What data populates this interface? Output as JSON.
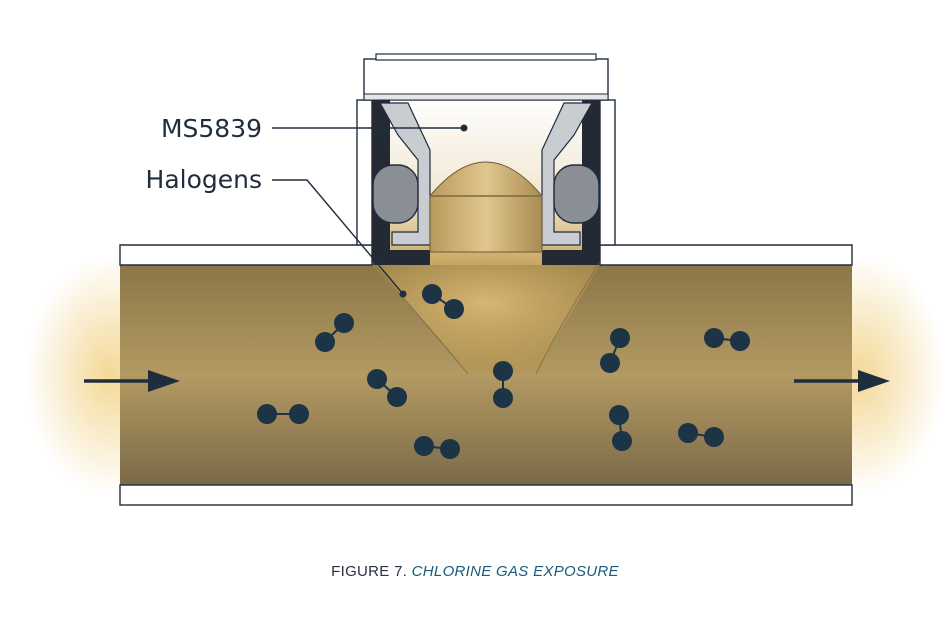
{
  "labels": {
    "sensor": "MS5839",
    "gas": "Halogens"
  },
  "caption": {
    "figure_number": "FIGURE 7.",
    "title": "CHLORINE GAS EXPOSURE"
  },
  "flow": {
    "inlet": "arrow-right",
    "outlet": "arrow-right"
  },
  "colors": {
    "gas_fill": "#a38a55",
    "pipe_wall": "#ffffff",
    "outline": "#1f2d3d",
    "molecule": "#1d3346",
    "gasket": "#8a8f96",
    "sensor_dome": "#c9a96a",
    "caption_title": "#1a5a7a"
  },
  "molecules": [
    {
      "a": [
        432,
        294
      ],
      "b": [
        454,
        309
      ]
    },
    {
      "a": [
        325,
        342
      ],
      "b": [
        344,
        323
      ]
    },
    {
      "a": [
        377,
        379
      ],
      "b": [
        397,
        397
      ]
    },
    {
      "a": [
        267,
        414
      ],
      "b": [
        299,
        414
      ]
    },
    {
      "a": [
        424,
        446
      ],
      "b": [
        450,
        449
      ]
    },
    {
      "a": [
        503,
        371
      ],
      "b": [
        503,
        398
      ]
    },
    {
      "a": [
        620,
        338
      ],
      "b": [
        610,
        363
      ]
    },
    {
      "a": [
        619,
        415
      ],
      "b": [
        622,
        441
      ]
    },
    {
      "a": [
        714,
        338
      ],
      "b": [
        740,
        341
      ]
    },
    {
      "a": [
        688,
        433
      ],
      "b": [
        714,
        437
      ]
    }
  ]
}
